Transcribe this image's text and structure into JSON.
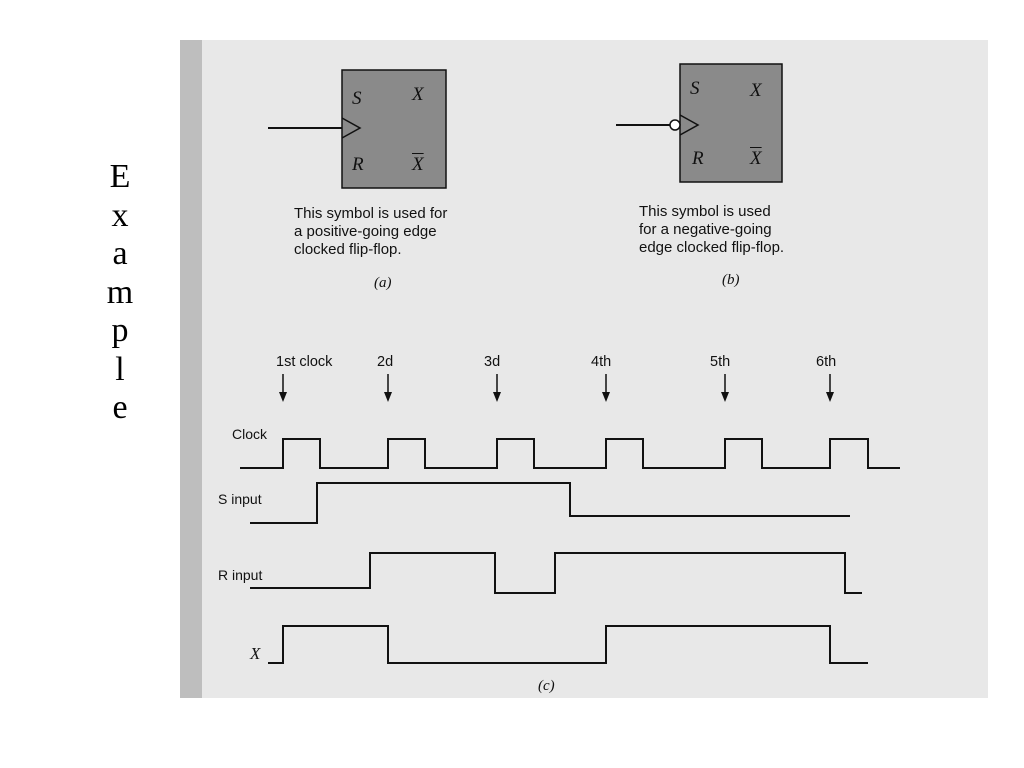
{
  "side_title_letters": [
    "E",
    "x",
    "a",
    "m",
    "p",
    "l",
    "e"
  ],
  "figure_a": {
    "pins": {
      "s": "S",
      "x": "X",
      "r": "R",
      "xbar": "X"
    },
    "caption": [
      "This symbol is used for",
      "a positive-going edge",
      "clocked flip-flop."
    ],
    "tag": "(a)"
  },
  "figure_b": {
    "pins": {
      "s": "S",
      "x": "X",
      "r": "R",
      "xbar": "X"
    },
    "caption": [
      "This symbol is used",
      "for a negative-going",
      "edge clocked flip-flop."
    ],
    "tag": "(b)"
  },
  "clock_labels": [
    "1st clock",
    "2d",
    "3d",
    "4th",
    "5th",
    "6th"
  ],
  "signal_labels": {
    "clock": "Clock",
    "s_input": "S input",
    "r_input": "R input",
    "x": "X"
  },
  "figure_c_tag": "(c)",
  "colors": {
    "page_bg": "#ffffff",
    "scan_bg": "#e8e8e8",
    "flipflop_fill": "#8a8a8a",
    "ink": "#111111"
  }
}
